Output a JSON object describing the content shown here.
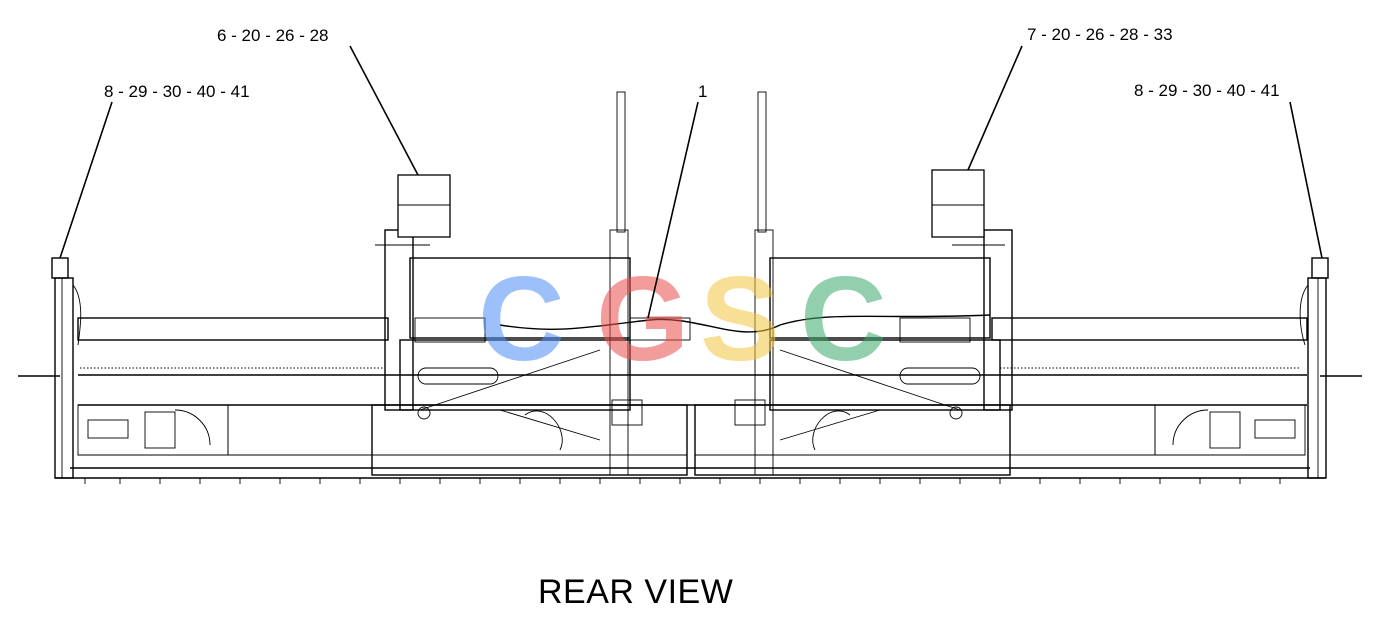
{
  "callouts": {
    "top_left_mid": "6 - 20 - 26 - 28",
    "top_left_outer": "8 - 29 - 30 - 40 - 41",
    "center": "1",
    "top_right_mid": "7 - 20 - 26 - 28 - 33",
    "top_right_outer": "8 - 29 - 30 - 40 - 41"
  },
  "caption": "REAR VIEW",
  "watermark": {
    "letters": [
      "C",
      "G",
      "S",
      "C"
    ],
    "colors": [
      "#4f8ef7",
      "#ea4c4c",
      "#f4c542",
      "#3aa86b"
    ]
  }
}
